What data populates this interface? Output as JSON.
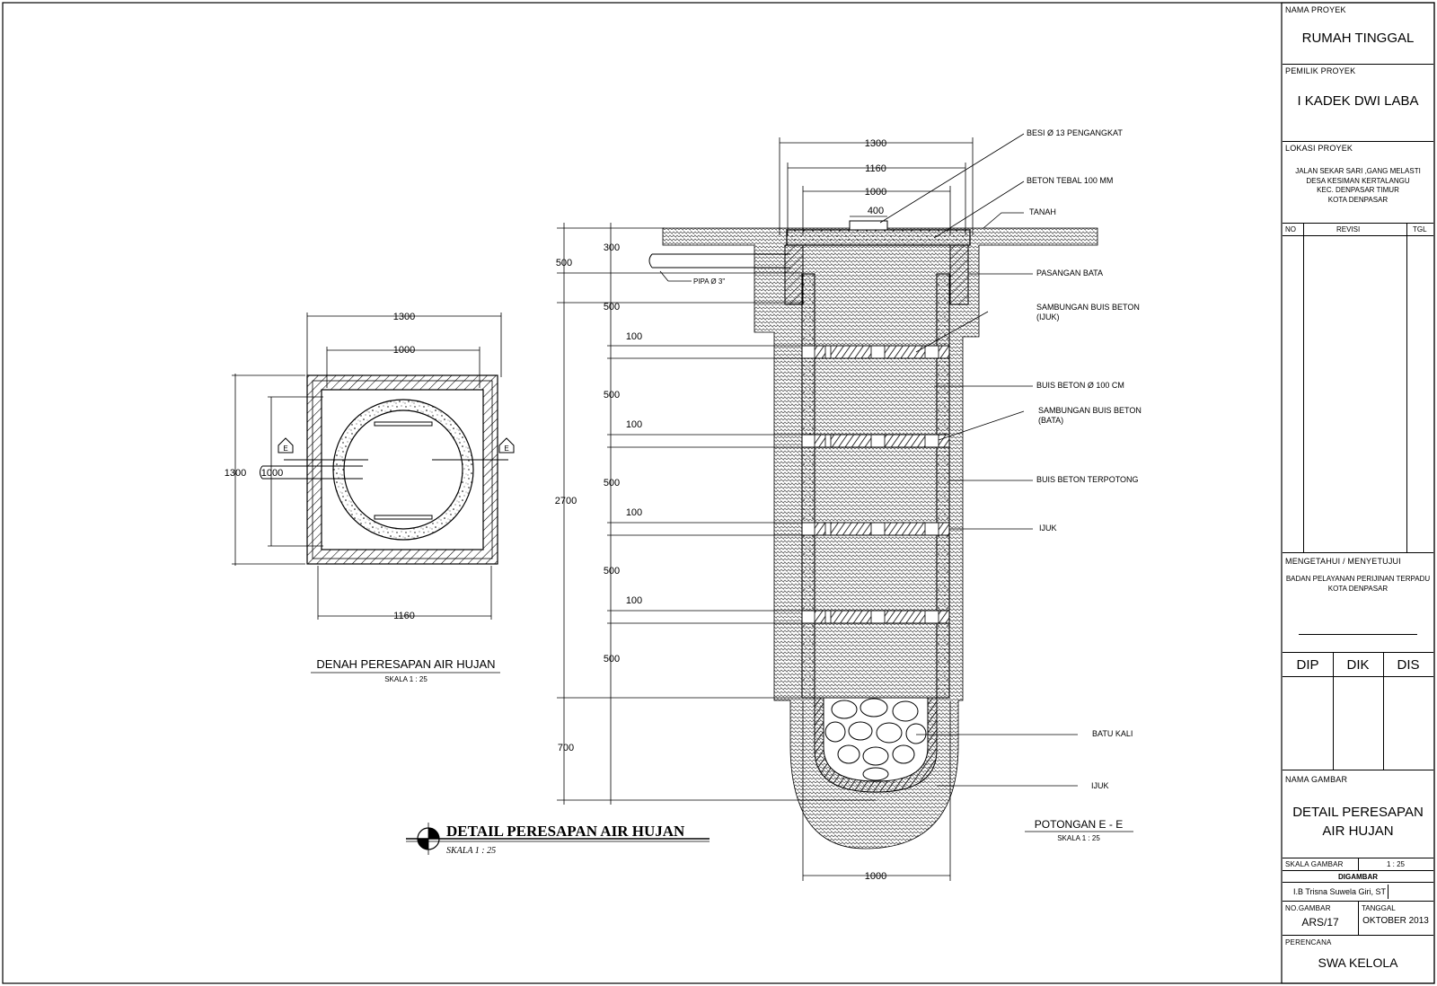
{
  "plan": {
    "dim_outer_w": "1300",
    "dim_inner_w": "1000",
    "dim_bottom_w": "1160",
    "dim_left_h": "1300",
    "dim_pipe": "1000",
    "section_mark": "E",
    "title": "DENAH PERESAPAN AIR HUJAN",
    "scale": "SKALA  1 : 25"
  },
  "section": {
    "top_dims": [
      "1300",
      "1160",
      "1000",
      "400"
    ],
    "bottom_dim": "1000",
    "total_height": "2700",
    "vertical_dims": [
      "300",
      "500",
      "500",
      "100",
      "500",
      "100",
      "500",
      "100",
      "500",
      "100",
      "500",
      "700"
    ],
    "pipe_label": "PIPA Ø 3\"",
    "callouts": [
      "BESI Ø 13 PENGANGKAT",
      "BETON TEBAL 100 MM",
      "TANAH",
      "PASANGAN BATA",
      "SAMBUNGAN BUIS BETON",
      "(IJUK)",
      "BUIS BETON Ø 100 CM",
      "SAMBUNGAN BUIS BETON",
      "(BATA)",
      "BUIS BETON TERPOTONG",
      "IJUK",
      "BATU KALI",
      "IJUK"
    ],
    "title": "POTONGAN  E - E",
    "scale": "SKALA  1 : 25"
  },
  "main_title": {
    "title": "DETAIL PERESAPAN AIR HUJAN",
    "scale": "SKALA     1    :    25"
  },
  "title_block": {
    "nama_proyek_label": "NAMA  PROYEK",
    "nama_proyek": "RUMAH TINGGAL",
    "pemilik_label": "PEMILIK  PROYEK",
    "pemilik": "I KADEK DWI LABA",
    "lokasi_label": "LOKASI  PROYEK",
    "lokasi_lines": [
      "JALAN SEKAR SARI ,GANG MELASTI",
      "DESA KESIMAN KERTALANGU",
      "KEC. DENPASAR TIMUR",
      "KOTA DENPASAR"
    ],
    "rev_no": "NO",
    "rev_revisi": "REVISI",
    "rev_tgl": "TGL",
    "mengetahui": "MENGETAHUI  /  MENYETUJUI",
    "badan_lines": [
      "BADAN PELAYANAN PERIJINAN TERPADU",
      "KOTA DENPASAR"
    ],
    "dip": "DIP",
    "dik": "DIK",
    "dis": "DIS",
    "nama_gambar_label": "NAMA  GAMBAR",
    "nama_gambar_lines": [
      "DETAIL PERESAPAN",
      "AIR HUJAN"
    ],
    "skala_label": "SKALA  GAMBAR",
    "skala_value": "1 : 25",
    "digambar_label": "DIGAMBAR",
    "digambar": "I.B Trisna Suwela Giri, ST",
    "no_gambar_label": "NO.GAMBAR",
    "no_gambar": "ARS/17",
    "tanggal_label": "TANGGAL",
    "tanggal": "OKTOBER 2013",
    "perencana_label": "PERENCANA",
    "perencana": "SWA KELOLA"
  }
}
